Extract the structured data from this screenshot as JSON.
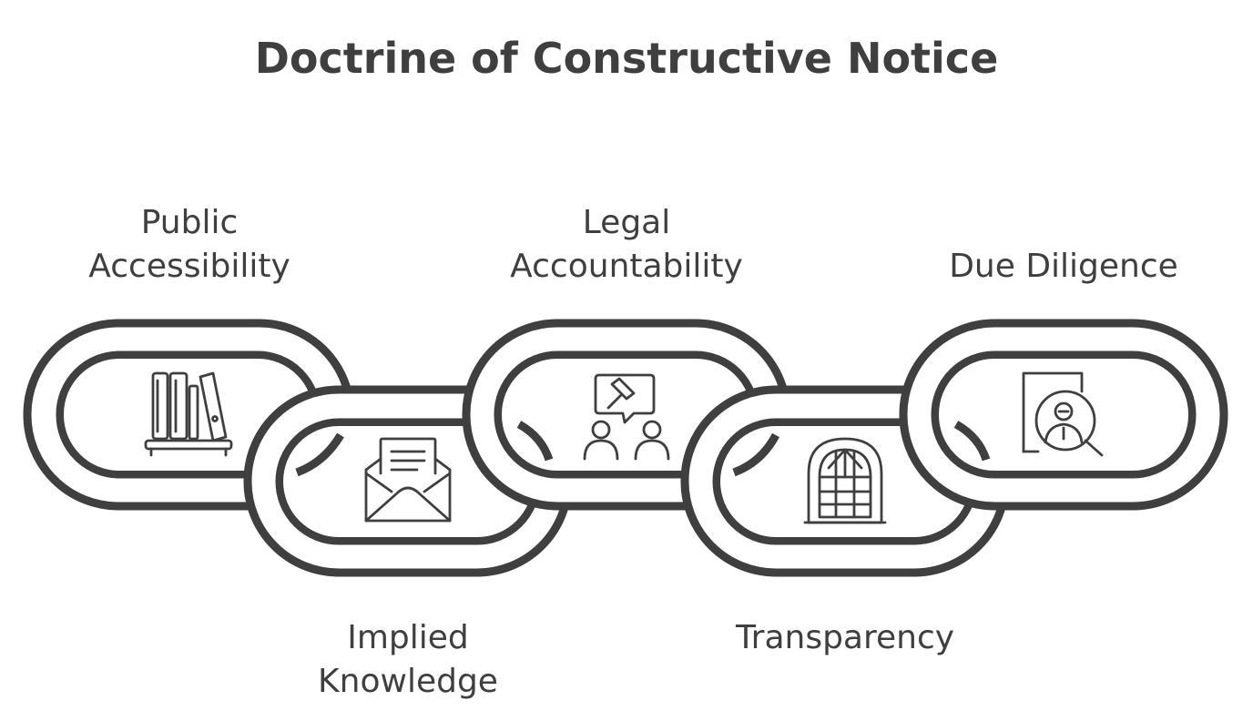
{
  "title": "Doctrine of Constructive Notice",
  "links": [
    {
      "id": "public-accessibility",
      "label_lines": [
        "Public",
        "Accessibility"
      ],
      "position": "top",
      "icon": "bookshelf-icon"
    },
    {
      "id": "implied-knowledge",
      "label_lines": [
        "Implied",
        "Knowledge"
      ],
      "position": "bottom",
      "icon": "open-letter-icon"
    },
    {
      "id": "legal-accountability",
      "label_lines": [
        "Legal",
        "Accountability"
      ],
      "position": "top",
      "icon": "gavel-discussion-icon"
    },
    {
      "id": "transparency",
      "label_lines": [
        "Transparency"
      ],
      "position": "bottom",
      "icon": "arched-window-icon"
    },
    {
      "id": "due-diligence",
      "label_lines": [
        "Due Diligence"
      ],
      "position": "top",
      "icon": "document-search-icon"
    }
  ]
}
